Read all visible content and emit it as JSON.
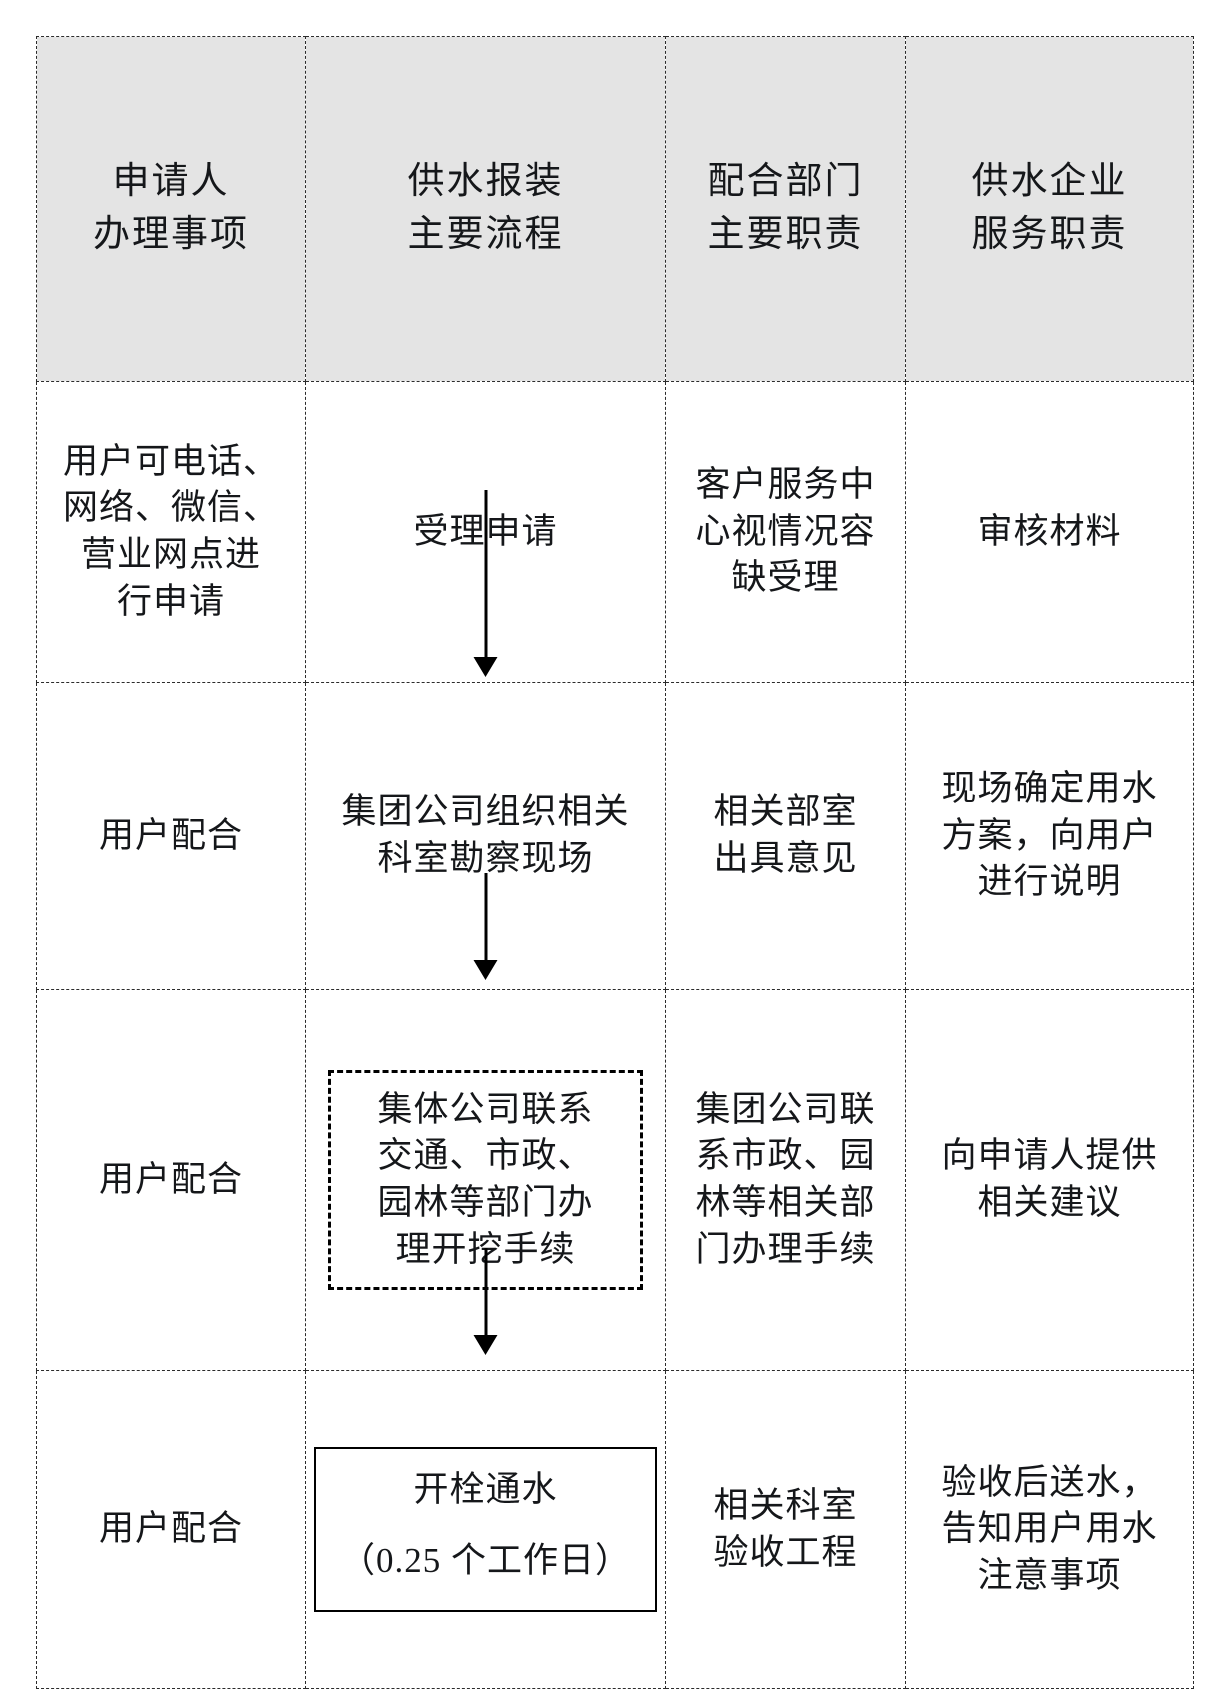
{
  "document": {
    "type": "process-flow-table",
    "title_implicit": "供水报装流程表"
  },
  "table": {
    "headers": [
      "申请人\n办理事项",
      "供水报装\n主要流程",
      "配合部门\n主要职责",
      "供水企业\n服务职责"
    ],
    "rows": [
      {
        "applicant_task": "用户可电话、\n网络、微信、\n营业网点进\n行申请",
        "process_step": "受理申请",
        "dept_duty": "客户服务中\n心视情况容\n缺受理",
        "company_duty": "审核材料"
      },
      {
        "applicant_task": "用户配合",
        "process_step": "集团公司组织相关\n科室勘察现场",
        "dept_duty": "相关部室\n出具意见",
        "company_duty": "现场确定用水\n方案，向用户\n进行说明"
      },
      {
        "applicant_task": "用户配合",
        "process_step": "集体公司联系\n交通、市政、\n园林等部门办\n理开挖手续",
        "dept_duty": "集团公司联\n系市政、园\n林等相关部\n门办理手续",
        "company_duty": "向申请人提供\n相关建议"
      },
      {
        "applicant_task": "用户配合",
        "process_step_line1": "开栓通水",
        "process_step_line2": "（0.25 个工作日）",
        "dept_duty": "相关科室\n验收工程",
        "company_duty": "验收后送水，\n告知用户用水\n注意事项"
      }
    ]
  },
  "styling": {
    "header_background": "#e4e4e4",
    "border_color": "#2b2b2b",
    "arrow_color": "#000000",
    "text_color": "#15171a"
  },
  "arrows": [
    {
      "name": "arrow-accept-to-survey",
      "from": "受理申请",
      "to": "集团公司组织相关科室勘察现场"
    },
    {
      "name": "arrow-survey-to-permits",
      "from": "集团公司组织相关科室勘察现场",
      "to": "集体公司联系交通、市政、园林等部门办理开挖手续"
    },
    {
      "name": "arrow-permits-to-supply",
      "from": "集体公司联系交通、市政、园林等部门办理开挖手续",
      "to": "开栓通水"
    }
  ]
}
